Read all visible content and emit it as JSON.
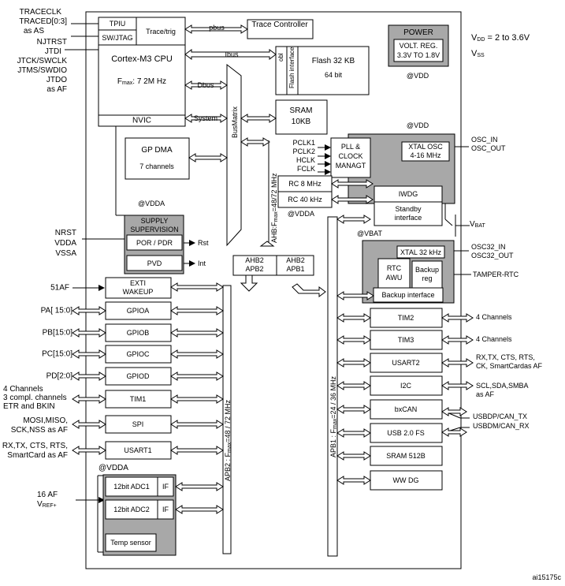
{
  "core": {
    "tpiu": "TPIU",
    "swjtag": "SW/JTAG",
    "trace_trig": "Trace/trig",
    "cpu_name": "Cortex-M3 CPU",
    "fmax_prefix": "F",
    "fmax_sub": "max",
    "fmax_value": ": 7 2M Hz",
    "nvic": "NVIC"
  },
  "buses": {
    "pbus": "pbus",
    "ibus": "Ibus",
    "dbus": "Dbus",
    "system": "System",
    "busmatrix": "BusMatrix",
    "ahb_prefix": "AHB:F",
    "ahb_sub": "max",
    "ahb_value": "=48/72 MHz",
    "apb2_prefix": "APB2 : F",
    "apb2_sub": "max",
    "apb2_value": "=48 / 72 MHz",
    "apb1_prefix": "APB1 : F",
    "apb1_sub": "max",
    "apb1_value": "=24 / 36 MHz"
  },
  "memory": {
    "trace_controller": "Trace Controller",
    "flash_obl": "obl",
    "flash_interface": "Flash interface",
    "flash_line1": "Flash 32 KB",
    "flash_line2": "64 bit",
    "sram_line1": "SRAM",
    "sram_line2": "10KB"
  },
  "dma": {
    "line1": "GP DMA",
    "line2": "7 channels"
  },
  "power": {
    "title": "POWER",
    "reg_line1": "VOLT. REG.",
    "reg_line2": "3.3V TO 1.8V",
    "vdd_prefix": "V",
    "vdd_sub": "DD",
    "vdd_value": "= 2 to 3.6V",
    "vss_prefix": "V",
    "vss_sub": "SS",
    "at_vdd_1": "@VDD",
    "at_vdd_2": "@VDD"
  },
  "clock": {
    "pclk1": "PCLK1",
    "pclk2": "PCLK2",
    "hclk": "HCLK",
    "fclk": "FCLK",
    "pll_line1": "PLL &",
    "pll_line2": "CLOCK",
    "pll_line3": "MANAGT",
    "xtal_osc_line1": "XTAL OSC",
    "xtal_osc_line2": "4-16 MHz",
    "osc_in": "OSC_IN",
    "osc_out": "OSC_OUT",
    "rc8": "RC 8 MHz",
    "rc40": "RC 40 kHz",
    "iwdg": "IWDG",
    "at_vdda_1": "@VDDA",
    "standby_line1": "Standby",
    "standby_line2": "interface",
    "vbat_prefix": "V",
    "vbat_sub": "BAT",
    "at_vbat": "@VBAT"
  },
  "backup": {
    "xtal32": "XTAL 32 kHz",
    "osc32_in": "OSC32_IN",
    "osc32_out": "OSC32_OUT",
    "rtc_line1": "RTC",
    "rtc_line2": "AWU",
    "backup_reg_line1": "Backup",
    "backup_reg_line2": "reg",
    "tamper": "TAMPER-RTC",
    "backup_interface": "Backup interface"
  },
  "supply": {
    "title_line1": "SUPPLY",
    "title_line2": "SUPERVISION",
    "por_pdr": "POR / PDR",
    "pvd": "PVD",
    "rst": "Rst",
    "int": "Int",
    "nrst": "NRST",
    "vdda": "VDDA",
    "vssa": "VSSA",
    "at_vdda_2": "@VDDA"
  },
  "bridges": {
    "left_line1": "AHB2",
    "left_line2": "APB2",
    "right_line1": "AHB2",
    "right_line2": "APB1"
  },
  "apb2_blocks": {
    "exti_line1": "EXTI",
    "exti_line2": "WAKEUP",
    "gpioa": "GPIOA",
    "gpiob": "GPIOB",
    "gpioc": "GPIOC",
    "gpiod": "GPIOD",
    "tim1": "TIM1",
    "spi": "SPI",
    "usart1": "USART1",
    "adc1": "12bit ADC1",
    "adc2": "12bit ADC2",
    "if1": "IF",
    "if2": "IF",
    "temp_sensor": "Temp sensor"
  },
  "apb1_blocks": {
    "tim2": "TIM2",
    "tim3": "TIM3",
    "usart2": "USART2",
    "i2c": "I2C",
    "bxcan": "bxCAN",
    "usb": "USB 2.0 FS",
    "sram512": "SRAM 512B",
    "wwdg": "WW DG"
  },
  "left_pins": {
    "traceclk": "TRACECLK",
    "traced": "TRACED[0:3]",
    "as_as": "as AS",
    "njtrst": "NJTRST",
    "jtdi": "JTDI",
    "jtck": "JTCK/SWCLK",
    "jtms": "JTMS/SWDIO",
    "jtdo": "JTDO",
    "as_af": "as AF",
    "af51": "51AF",
    "pa": "PA[ 15:0]",
    "pb": "PB[15:0]",
    "pc": "PC[15:0]",
    "pd": "PD[2:0]",
    "tim1_line1": "4 Channels",
    "tim1_line2": "3 compl. channels",
    "tim1_line3": "ETR and BKIN",
    "spi_line1": "MOSI,MISO,",
    "spi_line2": "SCK,NSS as AF",
    "usart1_line1": "RX,TX, CTS, RTS,",
    "usart1_line2": "SmartCard as AF",
    "at_vdda_3": "@VDDA",
    "adc_af": "16 AF",
    "vref_prefix": "V",
    "vref_sub": "REF+"
  },
  "right_pins": {
    "tim2_ch": "4 Channels",
    "tim3_ch": "4 Channels",
    "usart2_line1": "RX,TX, CTS, RTS,",
    "usart2_line2": "CK, SmartCardas AF",
    "i2c_line1": "SCL,SDA,SMBA",
    "i2c_line2": "as AF",
    "usbdp": "USBDP/CAN_TX",
    "usbdm": "USBDM/CAN_RX"
  },
  "figure_id": "ai15175c"
}
